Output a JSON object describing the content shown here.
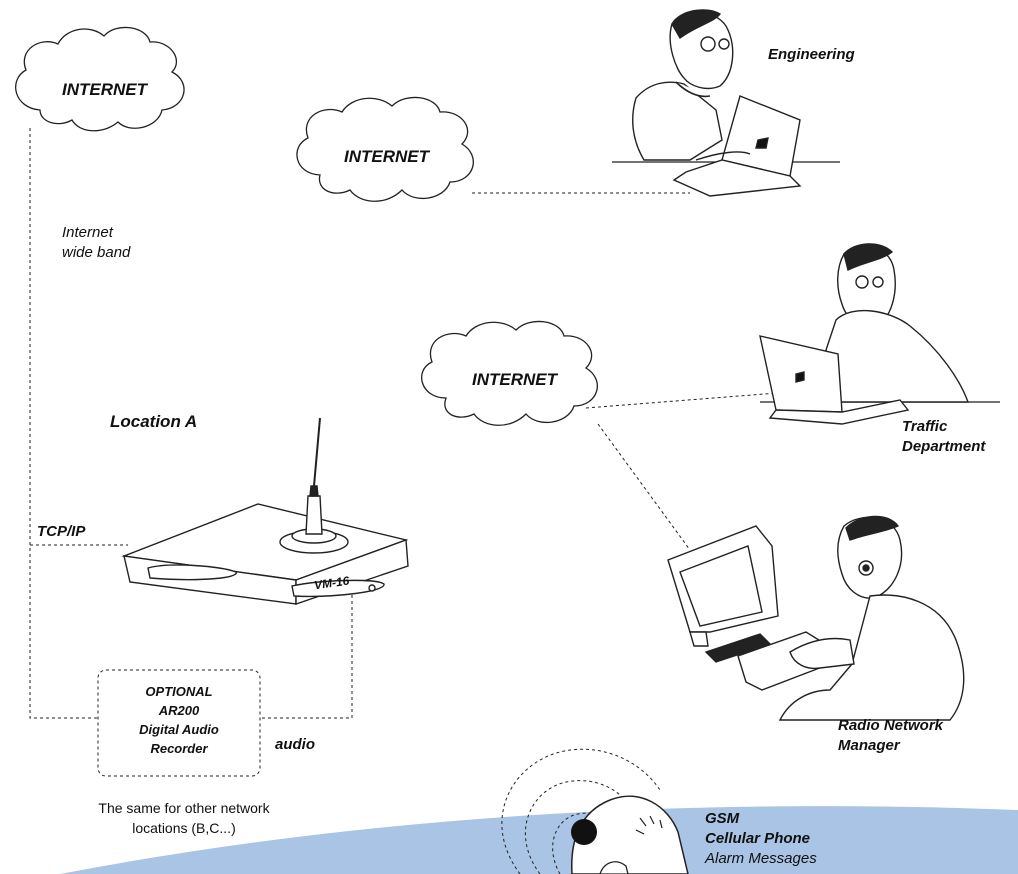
{
  "clouds": [
    {
      "label": "INTERNET"
    },
    {
      "label": "INTERNET"
    },
    {
      "label": "INTERNET"
    }
  ],
  "labels": {
    "internet_wide_band_1": "Internet",
    "internet_wide_band_2": "wide band",
    "location_a": "Location A",
    "tcp_ip": "TCP/IP",
    "engineering": "Engineering",
    "traffic_1": "Traffic",
    "traffic_2": "Department",
    "radio_1": "Radio Network",
    "radio_2": "Manager",
    "audio": "audio",
    "device_brand": "VM-16",
    "other_locations_1": "The same for other network",
    "other_locations_2": "locations (B,C...)",
    "gsm_1": "GSM",
    "gsm_2": "Cellular Phone",
    "gsm_3": "Alarm Messages"
  },
  "recorder_box": {
    "lines": [
      "OPTIONAL",
      "AR200",
      "Digital Audio",
      "Recorder"
    ]
  },
  "colors": {
    "ground": "#a9c4e4",
    "line": "#222222"
  }
}
